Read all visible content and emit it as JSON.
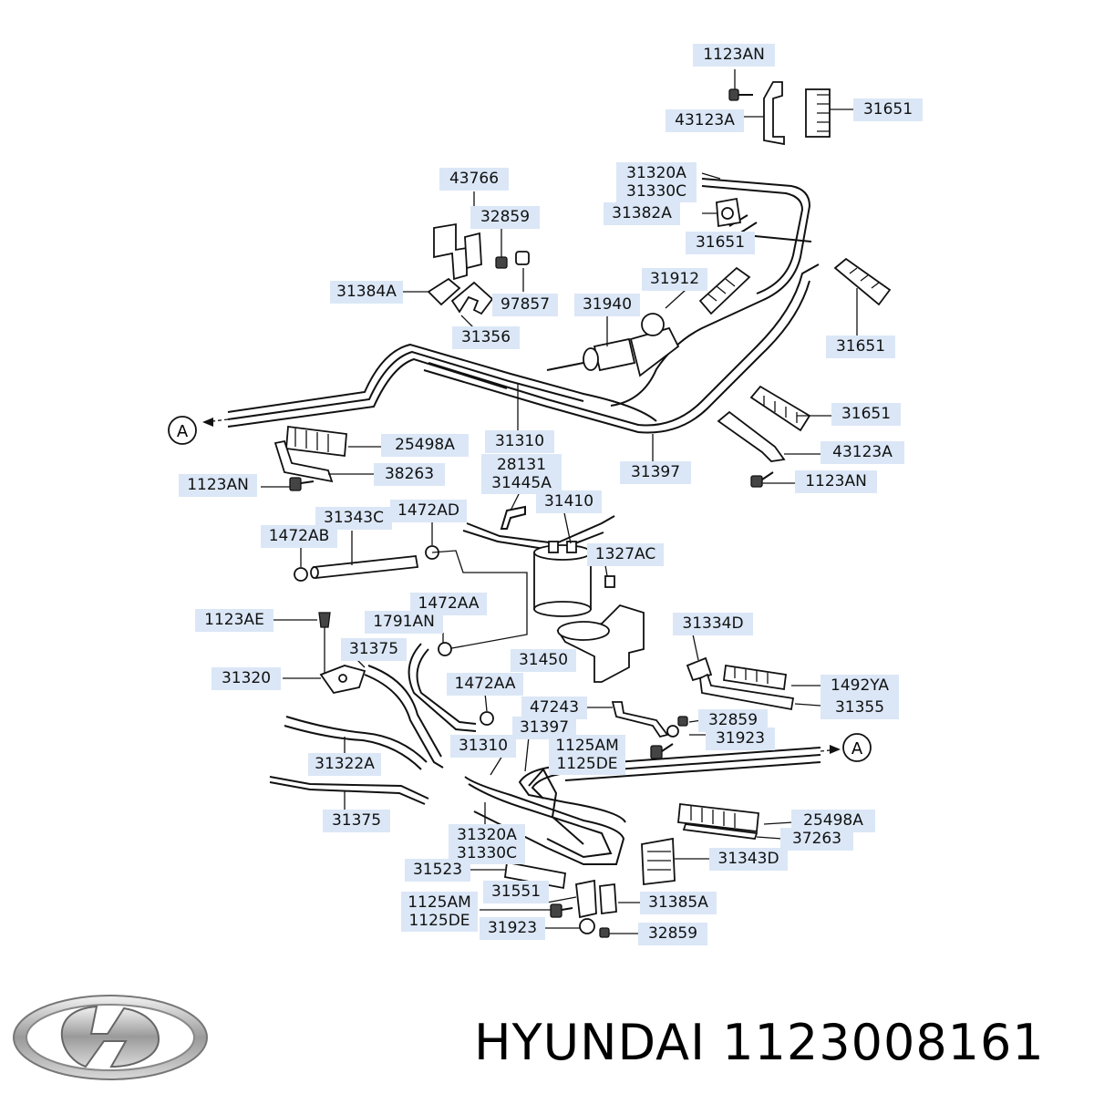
{
  "brand": {
    "name": "HYUNDAI",
    "part_number": "1123008161",
    "logo": "hyundai-logo"
  },
  "connector_label": "A",
  "callouts": {
    "c1123AN_top": "1123AN",
    "c43123A_top": "43123A",
    "c31651_top": "31651",
    "c31320A_top_1": "31320A",
    "c31330C_top_2": "31330C",
    "c31382A": "31382A",
    "c43766": "43766",
    "c32859_top": "32859",
    "c31651_mid": "31651",
    "c31912": "31912",
    "c31940": "31940",
    "c31384A": "31384A",
    "c97857": "97857",
    "c31356": "31356",
    "c31651_right": "31651",
    "c31310_top": "31310",
    "c25498A_left": "25498A",
    "c31651_lower_right": "31651",
    "c31397_top": "31397",
    "c43123A_right": "43123A",
    "c38263": "38263",
    "c1123AN_left": "1123AN",
    "c1123AN_right": "1123AN",
    "c28131_1": "28131",
    "c31445A_2": "31445A",
    "c31343C": "31343C",
    "c1472AD": "1472AD",
    "c31410": "31410",
    "c1472AB": "1472AB",
    "c1327AC": "1327AC",
    "c1123AE": "1123AE",
    "c1472AA_top": "1472AA",
    "c1791AN": "1791AN",
    "c31334D": "31334D",
    "c31375_top": "31375",
    "c31450": "31450",
    "c31320": "31320",
    "c1492YA": "1492YA",
    "c1472AA_mid": "1472AA",
    "c47243": "47243",
    "c31355": "31355",
    "c32859_mid": "32859",
    "c31397_bottom": "31397",
    "c31923_mid": "31923",
    "c1125AM_mid_1": "1125AM",
    "c1125DE_mid_2": "1125DE",
    "c31310_bottom": "31310",
    "c31322A": "31322A",
    "c25498A_bottom": "25498A",
    "c37263": "37263",
    "c31375_bottom": "31375",
    "c31320A_bottom_1": "31320A",
    "c31330C_bottom_2": "31330C",
    "c31343D": "31343D",
    "c31523": "31523",
    "c31551": "31551",
    "c31385A": "31385A",
    "c1125AM_bottom_1": "1125AM",
    "c1125DE_bottom_2": "1125DE",
    "c31923_bottom": "31923",
    "c32859_bottom": "32859"
  }
}
